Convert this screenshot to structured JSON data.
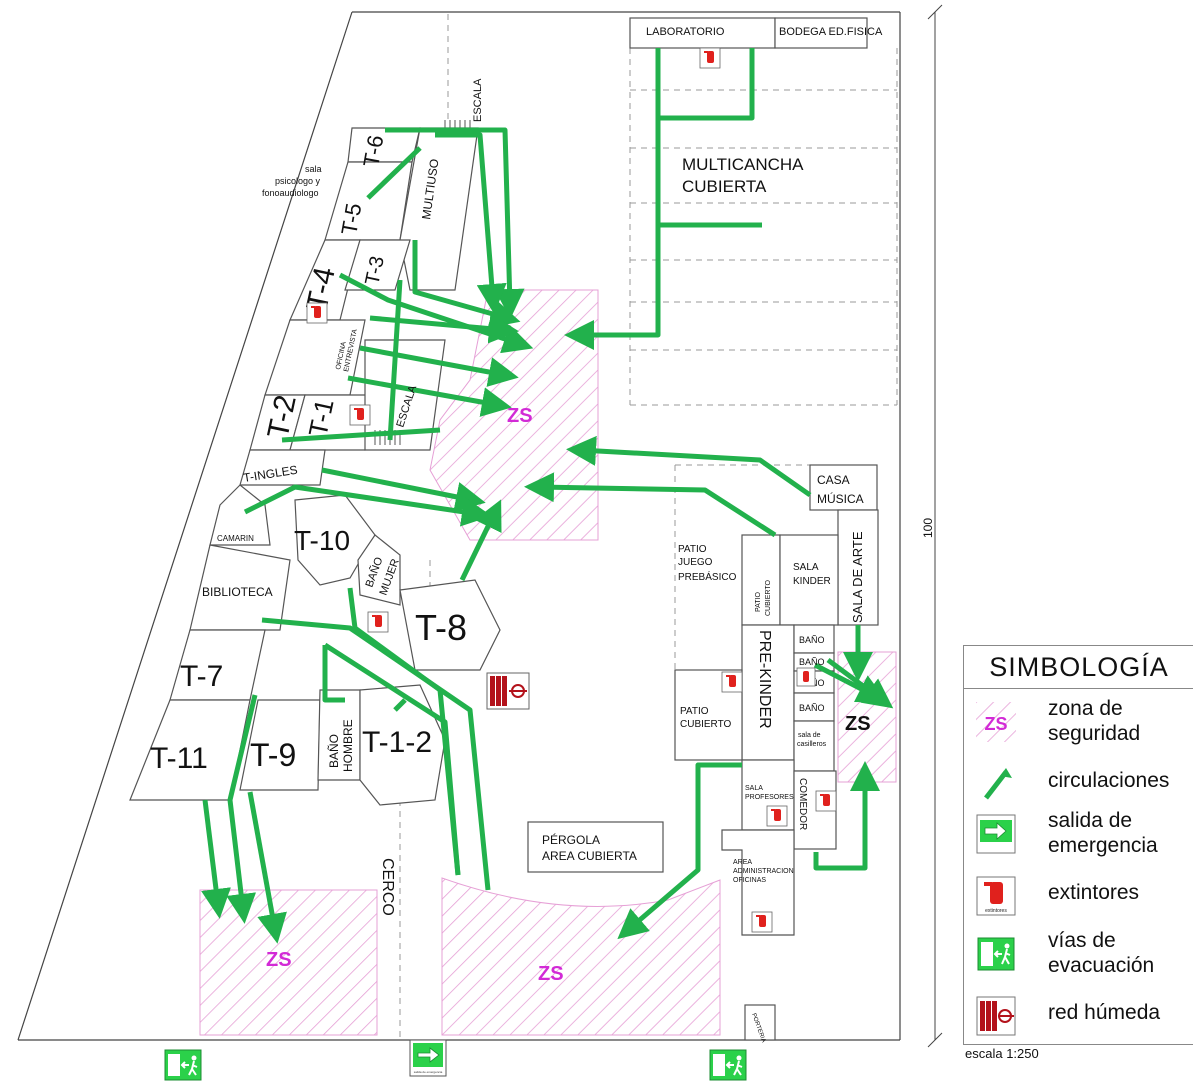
{
  "rooms": {
    "laboratorio": "LABORATORIO",
    "bodega": "BODEGA ED.FISICA",
    "multicancha": [
      "MULTICANCHA",
      "CUBIERTA"
    ],
    "escala_top": "ESCALA",
    "escala_mid": "ESCALA",
    "multiuso": "MULTIUSO",
    "sala_psicologo": [
      "sala",
      "psicologo y",
      "fonoaudiologo"
    ],
    "t6": "T-6",
    "t5": "T-5",
    "t4": "T-4",
    "t3": "T-3",
    "oficina": [
      "OFICINA",
      "ENTREVISTA"
    ],
    "t2": "T-2",
    "t1": "T-1",
    "t_ingles": "T-INGLES",
    "camarin": "CAMARIN",
    "t10": "T-10",
    "bano_mujer": [
      "BAÑO",
      "MUJER"
    ],
    "biblioteca": "BIBLIOTECA",
    "t8": "T-8",
    "t7": "T-7",
    "t11": "T-11",
    "t9": "T-9",
    "bano_hombre": [
      "BAÑO",
      "HOMBRE"
    ],
    "t12": "T-1-2",
    "cerco": "CERCO",
    "pergola": [
      "PÉRGOLA",
      "AREA CUBIERTA"
    ],
    "casa_musica": [
      "CASA",
      "MÚSICA"
    ],
    "sala_arte": "SALA DE ARTE",
    "patio_juego": [
      "PATIO",
      "JUEGO",
      "PREBÁSICO"
    ],
    "patio_cubierto_small": [
      "PATIO",
      "CUBIERTO"
    ],
    "sala_kinder": [
      "SALA",
      "KINDER"
    ],
    "pre_kinder": "PRE-KINDER",
    "bano1": "BAÑO",
    "bano2": "BAÑO",
    "bano3": "BAÑO",
    "bano4": "BAÑO",
    "patio_cubierto": [
      "PATIO",
      "CUBIERTO"
    ],
    "sala_casilleros": [
      "sala de",
      "casilleros"
    ],
    "sala_profesores": [
      "SALA",
      "PROFESORES"
    ],
    "comedor": "COMEDOR",
    "area_admin": [
      "AREA",
      "ADMINISTRACION",
      "OFICINAS"
    ],
    "porteria": "PORTERIA"
  },
  "zs_label": "ZS",
  "dimension": "100",
  "extinguisher_tag": "extintores",
  "exit_tag": "salida de emergencia",
  "legend": {
    "title": "SIMBOLOGÍA",
    "items": [
      {
        "symbol": "zs",
        "text": "zona de seguridad"
      },
      {
        "symbol": "arrow",
        "text": "circulaciones"
      },
      {
        "symbol": "exit",
        "text": "salida de emergencia"
      },
      {
        "symbol": "extinguisher",
        "text": "extintores"
      },
      {
        "symbol": "evacuation",
        "text": "vías de evacuación"
      },
      {
        "symbol": "hydrant",
        "text": "red húmeda"
      }
    ]
  },
  "scale_note": "escala 1:250",
  "colors": {
    "route": "#22b14c",
    "zone_hatch": "#e6a0d6",
    "zs_text": "#d22ad6",
    "wall": "#555555",
    "extinguisher": "#e0211d",
    "hydrant": "#b3121b",
    "exit_green": "#2bd14a"
  }
}
